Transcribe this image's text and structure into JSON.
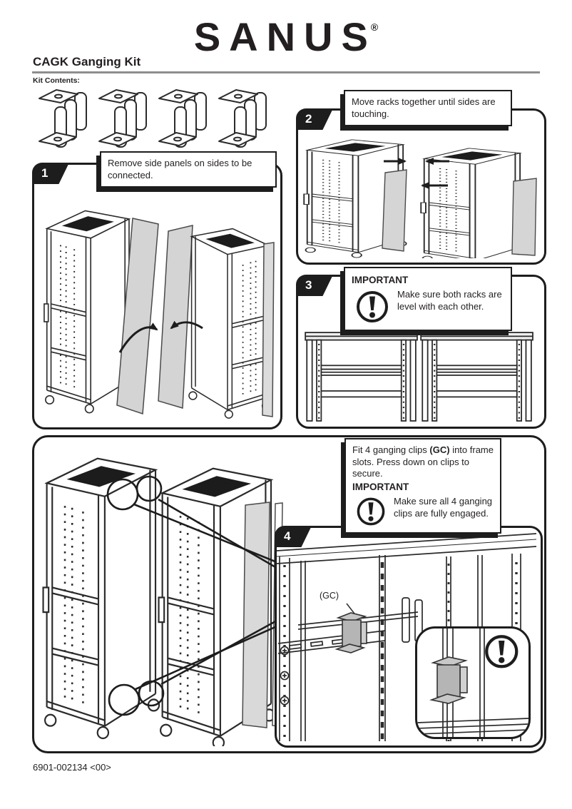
{
  "header": {
    "logo_text": "SANUS",
    "registered_mark": "®",
    "title": "CAGK Ganging Kit",
    "kit_contents_label": "Kit Contents:"
  },
  "steps": {
    "step1": {
      "number": "1",
      "text": "Remove side panels on sides to be connected."
    },
    "step2": {
      "number": "2",
      "text": "Move racks together until sides are touching."
    },
    "step3": {
      "number": "3",
      "important_label": "IMPORTANT",
      "important_text": "Make sure both racks are level with each other."
    },
    "step4": {
      "number": "4",
      "instruction_pre": "Fit 4 ganging clips ",
      "instruction_bold": "(GC)",
      "instruction_post": " into frame slots.  Press down on clips to secure.",
      "important_label": "IMPORTANT",
      "important_text": "Make sure all 4 ganging clips are fully engaged.",
      "gc_label": "(GC)"
    }
  },
  "footer": {
    "part_number": "6901-002134 <00>"
  },
  "colors": {
    "ink": "#231f20",
    "rule_gray": "#8e8e8e",
    "panel_fill_gray": "#d5d5d5",
    "clip_gray": "#b5b5b5"
  }
}
